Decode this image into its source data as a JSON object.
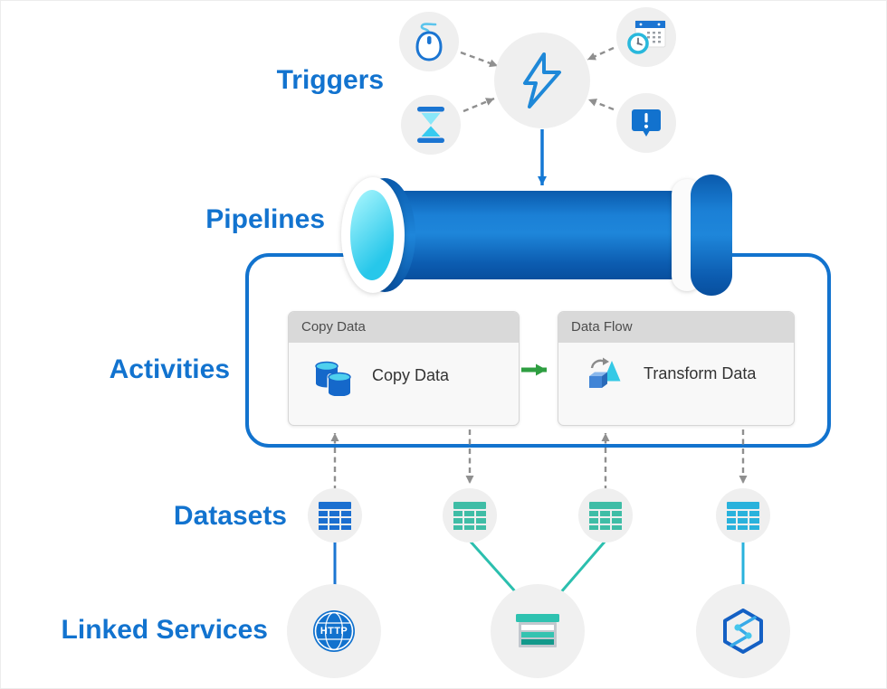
{
  "labels": {
    "triggers": "Triggers",
    "pipelines": "Pipelines",
    "activities": "Activities",
    "datasets": "Datasets",
    "linked_services": "Linked Services"
  },
  "activities": {
    "copy_card": {
      "header": "Copy Data",
      "label": "Copy Data"
    },
    "flow_card": {
      "header": "Data Flow",
      "label": "Transform Data"
    }
  },
  "linked_services": {
    "http_label": "HTTP"
  },
  "icons": {
    "manual_trigger": "mouse-icon",
    "schedule_trigger": "calendar-clock-icon",
    "tumbling_window_trigger": "hourglass-icon",
    "event_trigger": "alert-message-icon",
    "trigger_hub": "lightning-bolt-icon",
    "copy_activity": "databases-icon",
    "data_flow_activity": "transform-cone-cube-icon",
    "dataset": "table-grid-icon",
    "http_service": "http-globe-icon",
    "storage_service": "table-storage-icon",
    "synapse_service": "synapse-hexagon-icon"
  },
  "colors": {
    "label_blue": "#1273cf",
    "pipe_blue": "#0d63b4",
    "pipe_mouth_cyan": "#2ec9ec",
    "activities_border": "#1273ce",
    "green_arrow": "#2e9e41",
    "connector_gray": "#8f8f8f",
    "dataset_blue": "#1b6fd0",
    "dataset_teal": "#3fbda6",
    "dataset_cyan": "#29b2dc",
    "service_teal": "#2cc0ae"
  }
}
